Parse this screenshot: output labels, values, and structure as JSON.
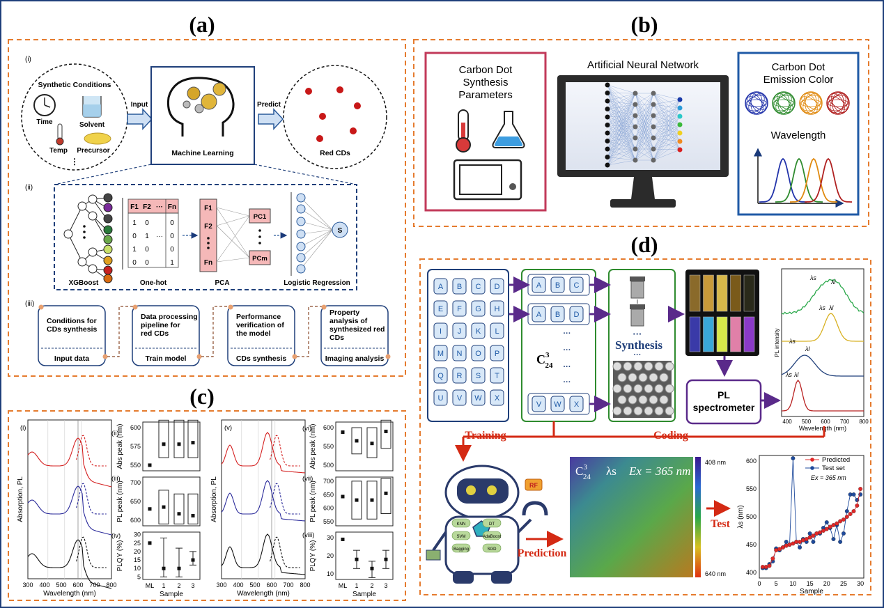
{
  "panels": {
    "a": "(a)",
    "b": "(b)",
    "c": "(c)",
    "d": "(d)"
  },
  "a": {
    "roman": {
      "i": "(i)",
      "ii": "(ii)",
      "iii": "(iii)"
    },
    "conditions": {
      "title": "Synthetic Conditions",
      "time": "Time",
      "solvent": "Solvent",
      "temp": "Temp",
      "precursor": "Precursor",
      "more": "⋮"
    },
    "arrow_input": "Input",
    "ml_label": "Machine Learning",
    "arrow_predict": "Predict",
    "output_label": "Red CDs",
    "pipeline": {
      "xgboost": "XGBoost",
      "onehot": "One-hot",
      "pca": "PCA",
      "logreg": "Logistic Regression",
      "headers": [
        "F1",
        "F2",
        "···",
        "Fn"
      ],
      "rows": [
        [
          "1",
          "0",
          "",
          "0"
        ],
        [
          "0",
          "1",
          "···",
          "0"
        ],
        [
          "1",
          "0",
          "",
          "0"
        ],
        [
          "0",
          "0",
          "",
          "1"
        ]
      ],
      "pca_features": [
        "F1",
        "F2",
        "Fn"
      ],
      "pcs": [
        "PC1",
        "PCm"
      ],
      "s_node": "S"
    },
    "steps": [
      {
        "top": "Conditions for CDs synthesis",
        "bottom": "Input data"
      },
      {
        "top": "Data processing pipeline for red CDs",
        "bottom": "Train model"
      },
      {
        "top": "Performance verification of the model",
        "bottom": "CDs synthesis"
      },
      {
        "top": "Property analysis of synthesized red CDs",
        "bottom": "Imaging analysis"
      }
    ]
  },
  "b": {
    "box1": [
      "Carbon Dot",
      "Synthesis",
      "Parameters"
    ],
    "ann_title": "Artificial Neural Network",
    "box3": [
      "Carbon Dot",
      "Emission Color"
    ],
    "wavelength": "Wavelength",
    "colors": {
      "blue": "#2233aa",
      "green": "#2e8b2e",
      "orange": "#e08a10",
      "red": "#b02020"
    }
  },
  "c": {
    "roman": {
      "i": "(i)",
      "ii": "(ii)",
      "iii": "(iii)",
      "iv": "(iv)",
      "v": "(v)",
      "vi": "(vi)",
      "vii": "(vii)",
      "viii": "(viii)"
    },
    "spectra_ylabel": "Absorption, PL",
    "spectra_xlabel": "Wavelength (nm)",
    "spectra_xticks": [
      "300",
      "400",
      "500",
      "600",
      "700",
      "800"
    ],
    "sample_xlabel": "Sample",
    "sample_xticks": [
      "ML",
      "1",
      "2",
      "3"
    ],
    "left": {
      "abs": {
        "ylabel": "Abs peak (nm)",
        "yticks": [
          "550",
          "575",
          "600"
        ],
        "ml": 550,
        "boxes": [
          [
            560,
            610
          ],
          [
            560,
            610
          ],
          [
            560,
            610
          ]
        ],
        "pts": [
          578,
          578,
          580
        ]
      },
      "pl": {
        "ylabel": "PL peak (nm)",
        "yticks": [
          "600",
          "650",
          "700"
        ],
        "ml": 630,
        "boxes": [
          [
            590,
            680
          ],
          [
            590,
            670
          ],
          [
            590,
            670
          ]
        ],
        "pts": [
          635,
          617,
          612
        ]
      },
      "qy": {
        "ylabel": "PLQY (%)",
        "yticks": [
          "5",
          "10",
          "15",
          "20",
          "25",
          "30"
        ],
        "ml": 25,
        "pts": [
          10,
          10,
          15
        ],
        "err": [
          [
            5,
            28
          ],
          [
            5,
            22
          ],
          [
            12,
            20
          ]
        ]
      }
    },
    "right": {
      "abs": {
        "ylabel": "Abs peak (nm)",
        "yticks": [
          "500",
          "550",
          "600"
        ],
        "ml": 588,
        "boxes": [
          [
            530,
            600
          ],
          [
            520,
            600
          ],
          [
            545,
            620
          ]
        ],
        "pts": [
          565,
          558,
          590
        ]
      },
      "pl": {
        "ylabel": "PL peak (nm)",
        "yticks": [
          "550",
          "600",
          "650",
          "700"
        ],
        "ml": 643,
        "boxes": [
          [
            560,
            700
          ],
          [
            560,
            700
          ],
          [
            580,
            710
          ]
        ],
        "pts": [
          630,
          630,
          655
        ]
      },
      "qy": {
        "ylabel": "PLQY (%)",
        "yticks": [
          "10",
          "20",
          "30"
        ],
        "ml": 29,
        "pts": [
          18,
          13,
          18
        ],
        "err": [
          [
            13,
            23
          ],
          [
            8,
            17
          ],
          [
            13,
            23
          ]
        ]
      }
    }
  },
  "d": {
    "letters_col1": [
      "A",
      "B",
      "C",
      "D",
      "E",
      "F",
      "G",
      "H",
      "I",
      "J",
      "K",
      "L",
      "M",
      "N",
      "O",
      "P",
      "Q",
      "R",
      "S",
      "T",
      "U",
      "V",
      "W",
      "X"
    ],
    "col2_rows": [
      [
        "A",
        "B",
        "C"
      ],
      [
        "A",
        "B",
        "D"
      ]
    ],
    "col2_last": [
      "V",
      "W",
      "X"
    ],
    "combo_base": "C",
    "combo_sup": "3",
    "combo_sub": "24",
    "dots": "···",
    "synthesis": "Synthesis",
    "pl_spec": [
      "PL",
      "spectrometer"
    ],
    "pl_chart": {
      "ylabel": "PL intensity",
      "xlabel": "Wavelength (nm)",
      "xticks": [
        "400",
        "500",
        "600",
        "700",
        "800"
      ],
      "lam_s": "λs",
      "lam_l": "λl"
    },
    "training": "Training",
    "coding": "Coding",
    "models": [
      "KNN",
      "DT",
      "SVM",
      "AdaBoost",
      "Bagging",
      "SGD"
    ],
    "rf": "RF",
    "prediction": "Prediction",
    "heatmap_title": {
      "lam": "λs",
      "ex": "Ex = 365 nm"
    },
    "cbar": {
      "top": "408 nm",
      "bottom": "640 nm"
    },
    "test": "Test",
    "scatter": {
      "ylabel": "λs (nm)",
      "xlabel": "Sample",
      "legend": [
        "Predicted",
        "Test set"
      ],
      "note": "Ex = 365 nm",
      "xticks": [
        "0",
        "5",
        "10",
        "15",
        "20",
        "25",
        "30"
      ],
      "yticks": [
        "400",
        "450",
        "500",
        "550",
        "600"
      ],
      "colors": {
        "pred": "#e02828",
        "test": "#1e4a9c"
      }
    }
  },
  "chart_data": {
    "type": "scatter",
    "title": "",
    "xlabel": "Sample",
    "ylabel": "λs (nm)",
    "xlim": [
      0,
      31
    ],
    "ylim": [
      390,
      610
    ],
    "series": [
      {
        "name": "Predicted",
        "x": [
          1,
          2,
          3,
          4,
          5,
          6,
          7,
          8,
          9,
          10,
          11,
          12,
          13,
          14,
          15,
          16,
          17,
          18,
          19,
          20,
          21,
          22,
          23,
          24,
          25,
          26,
          27,
          28,
          29,
          30
        ],
        "y": [
          410,
          410,
          412,
          425,
          440,
          442,
          445,
          448,
          450,
          452,
          455,
          455,
          458,
          460,
          463,
          466,
          470,
          472,
          475,
          478,
          482,
          485,
          488,
          492,
          495,
          500,
          505,
          510,
          520,
          550
        ]
      },
      {
        "name": "Test set",
        "x": [
          1,
          2,
          3,
          4,
          5,
          6,
          7,
          8,
          9,
          10,
          11,
          12,
          13,
          14,
          15,
          16,
          17,
          18,
          19,
          20,
          21,
          22,
          23,
          24,
          25,
          26,
          27,
          28,
          29,
          30
        ],
        "y": [
          408,
          408,
          415,
          420,
          443,
          440,
          445,
          455,
          450,
          605,
          455,
          445,
          460,
          455,
          470,
          455,
          470,
          470,
          480,
          490,
          480,
          460,
          485,
          455,
          470,
          510,
          540,
          540,
          530,
          540
        ]
      }
    ]
  }
}
